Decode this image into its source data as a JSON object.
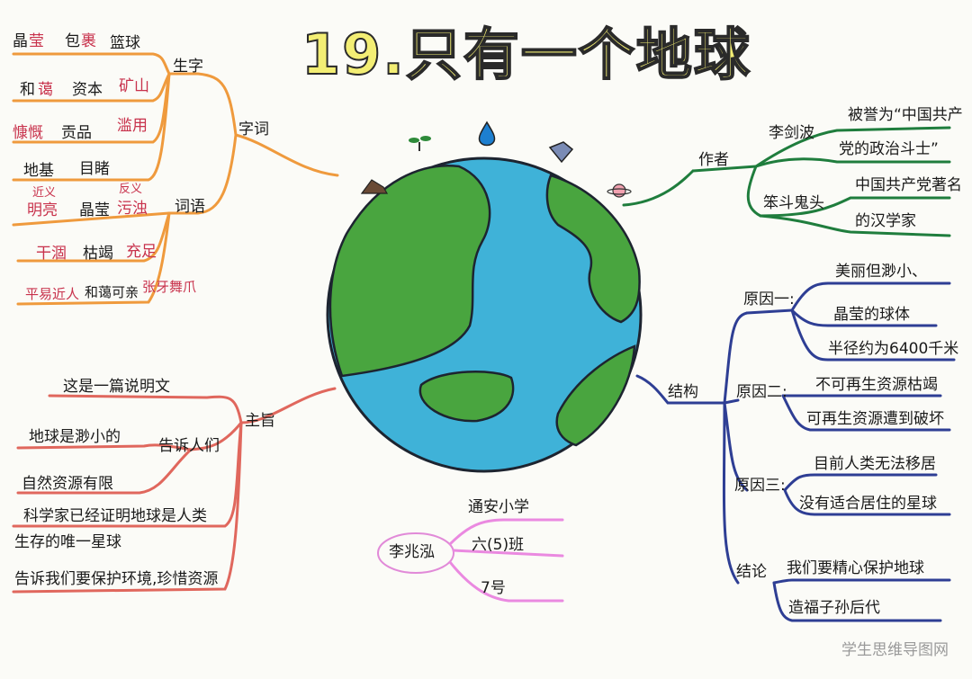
{
  "title": "19.只有一个地球",
  "watermark": "学生思维导图网",
  "left_top": {
    "b1": "字词",
    "b1a": "生字",
    "b1b": "词语",
    "r1a": "晶",
    "r1b": "莹",
    "r1c": "包",
    "r1d": "裹",
    "r1e": "篮球",
    "r2a": "和",
    "r2b": "蔼",
    "r2c": "资本",
    "r2d": "矿山",
    "r3a": "慷慨",
    "r3b": "贡品",
    "r3c": "滥用",
    "r4a": "地基",
    "r4b": "目睹",
    "syn_label": "近义",
    "ant_label": "反义",
    "r5a": "明亮",
    "r5b": "晶莹",
    "r5c": "污浊",
    "r6a": "干涸",
    "r6b": "枯竭",
    "r6c": "充足",
    "r7a": "平易近人",
    "r7b": "和蔼可亲",
    "r7c": "张牙舞爪"
  },
  "left_bottom": {
    "main": "主旨",
    "l1": "这是一篇说明文",
    "l2": "地球是渺小的",
    "tell": "告诉人们",
    "l3": "自然资源有限",
    "l4": "科学家已经证明地球是人类",
    "l5": "生存的唯一星球",
    "l6": "告诉我们要保护环境,珍惜资源"
  },
  "right_top": {
    "author": "作者",
    "name": "李剑波",
    "a1": "被誉为“中国共产",
    "a2": "党的政治斗士”",
    "pen": "笨斗鬼头",
    "a3": "中国共产党著名",
    "a4": "的汉学家"
  },
  "right_bottom": {
    "struct": "结构",
    "r1": "原因一:",
    "r1a": "美丽但渺小、",
    "r1b": "晶莹的球体",
    "r1c": "半径约为6400千米",
    "r2": "原因二:",
    "r2a": "不可再生资源枯竭",
    "r2b": "可再生资源遭到破坏",
    "r3": "原因三:",
    "r3a": "目前人类无法移居",
    "r3b": "没有适合居住的星球",
    "c": "结论",
    "c1": "我们要精心保护地球",
    "c2": "造福子孙后代"
  },
  "student": {
    "name": "李兆泓",
    "school": "通安小学",
    "class": "六(5)班",
    "num": "7号"
  }
}
